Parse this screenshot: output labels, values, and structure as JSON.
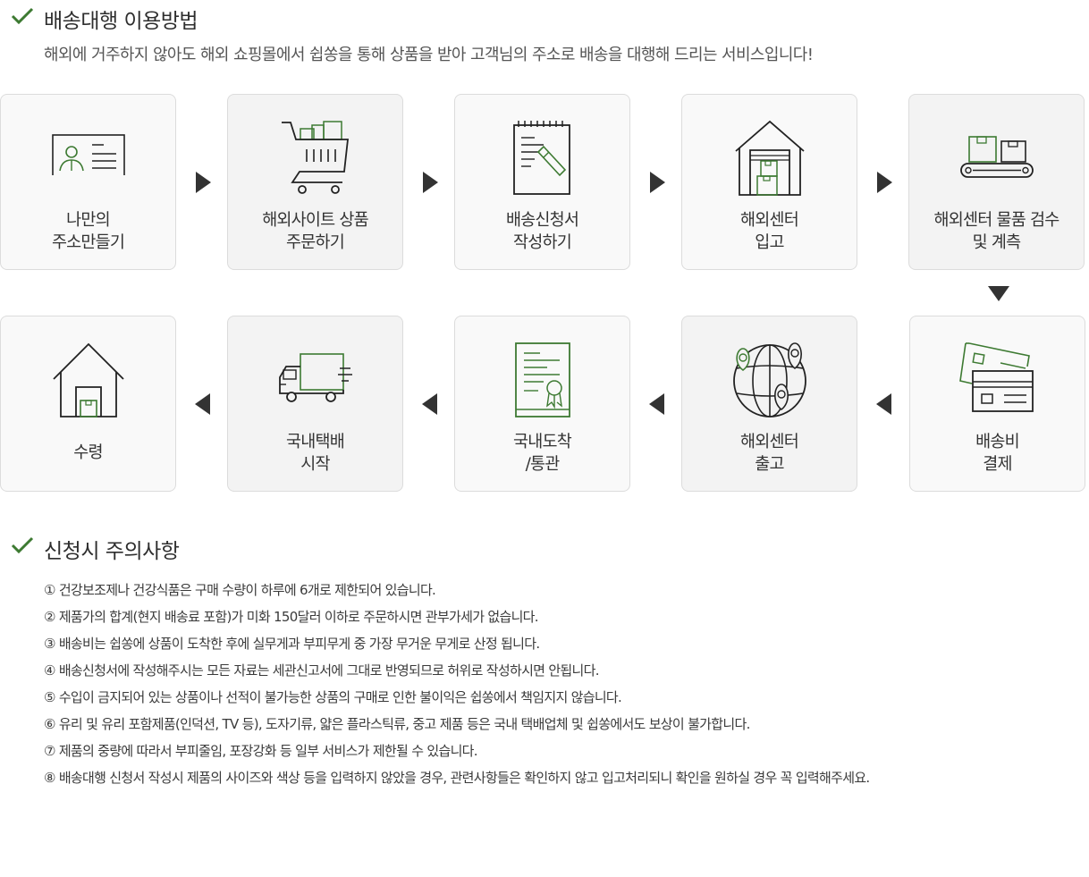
{
  "section1": {
    "title": "배송대행 이용방법",
    "intro": "해외에 거주하지 않아도 해외 쇼핑몰에서 쉽쏭을 통해 상품을 받아 고객님의 주소로 배송을 대행해 드리는 서비스입니다!"
  },
  "colors": {
    "accent": "#3d7a32",
    "text": "#333333",
    "box_border": "#dcdcdc"
  },
  "steps": [
    {
      "label": "나만의\n주소만들기",
      "icon": "id-card-icon"
    },
    {
      "label": "해외사이트 상품\n주문하기",
      "icon": "shopping-cart-icon"
    },
    {
      "label": "배송신청서\n작성하기",
      "icon": "notepad-pencil-icon"
    },
    {
      "label": "해외센터\n입고",
      "icon": "warehouse-icon"
    },
    {
      "label": "해외센터 물품 검수\n및 계측",
      "icon": "conveyor-icon"
    },
    {
      "label": "배송비\n결제",
      "icon": "credit-card-icon"
    },
    {
      "label": "해외센터\n출고",
      "icon": "globe-pins-icon"
    },
    {
      "label": "국내도착\n/통관",
      "icon": "certificate-icon"
    },
    {
      "label": "국내택배\n시작",
      "icon": "delivery-truck-icon"
    },
    {
      "label": "수령",
      "icon": "house-icon"
    }
  ],
  "section2": {
    "title": "신청시 주의사항",
    "notes": [
      "① 건강보조제나 건강식품은 구매 수량이 하루에 6개로 제한되어 있습니다.",
      "② 제품가의 합계(현지 배송료 포함)가 미화 150달러 이하로 주문하시면 관부가세가 없습니다.",
      "③ 배송비는 쉽쏭에 상품이 도착한 후에 실무게과 부피무게 중 가장 무거운 무게로 산정 됩니다.",
      "④ 배송신청서에 작성해주시는 모든 자료는 세관신고서에 그대로 반영되므로 허위로 작성하시면 안됩니다.",
      "⑤ 수입이 금지되어 있는 상품이나 선적이 불가능한 상품의 구매로 인한 불이익은 쉽쏭에서 책임지지 않습니다.",
      "⑥ 유리 및 유리 포함제품(인덕션, TV 등), 도자기류, 얇은 플라스틱류, 중고 제품 등은 국내 택배업체 및 쉽쏭에서도 보상이 불가합니다.",
      "⑦ 제품의 중량에 따라서 부피줄임, 포장강화 등 일부 서비스가 제한될 수 있습니다.",
      "⑧ 배송대행 신청서 작성시 제품의 사이즈와 색상 등을 입력하지 않았을 경우, 관련사항들은 확인하지 않고 입고처리되니 확인을 원하실 경우 꼭 입력해주세요."
    ]
  }
}
